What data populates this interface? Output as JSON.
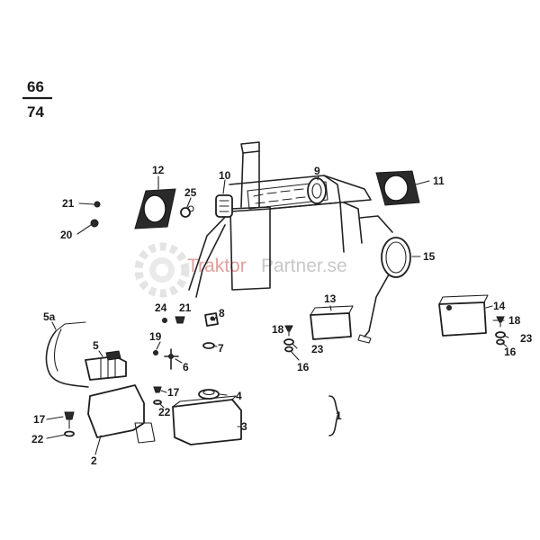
{
  "page": {
    "numerator": "66",
    "denominator": "74"
  },
  "watermark": {
    "text_tractor": "Traktor",
    "text_partner": "Partner.se"
  },
  "colors": {
    "ink": "#1a1a1a",
    "watermark_red": "#e2a0a0",
    "watermark_gray": "#c8c8c8"
  },
  "callouts": {
    "c1": "1",
    "c2": "2",
    "c3": "3",
    "c4": "4",
    "c5": "5",
    "c5a": "5a",
    "c6": "6",
    "c7": "7",
    "c8": "8",
    "c9": "9",
    "c10": "10",
    "c11": "11",
    "c12": "12",
    "c13": "13",
    "c14": "14",
    "c15": "15",
    "c16a": "16",
    "c16b": "16",
    "c17a": "17",
    "c17b": "17",
    "c18a": "18",
    "c18b": "18",
    "c19": "19",
    "c20": "20",
    "c21a": "21",
    "c21b": "21",
    "c22a": "22",
    "c22b": "22",
    "c23a": "23",
    "c23b": "23",
    "c24": "24",
    "c25": "25"
  }
}
